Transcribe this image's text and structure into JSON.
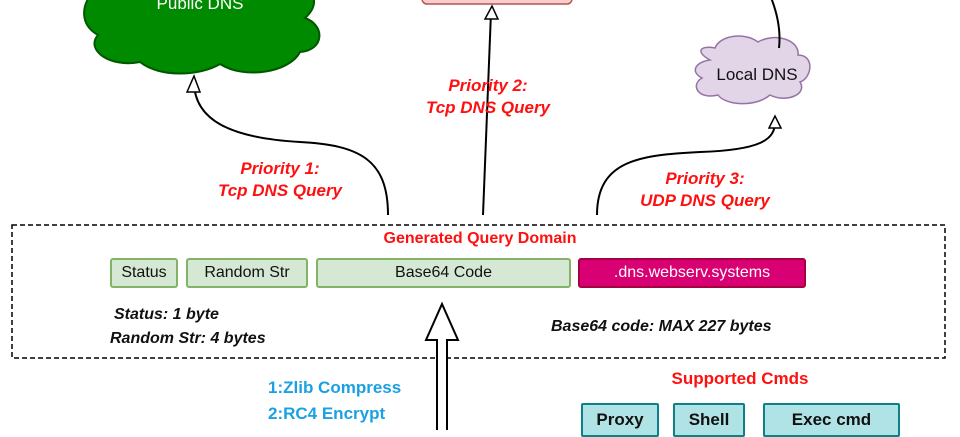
{
  "nodes": {
    "public_dns": {
      "label": "Public DNS",
      "color": "#008a00"
    },
    "local_dns": {
      "label": "Local DNS",
      "color": "#e1d5e7"
    },
    "top_center_box": {
      "color": "#f8cecc"
    }
  },
  "priorities": [
    {
      "title": "Priority 1:",
      "subtitle": "Tcp DNS Query"
    },
    {
      "title": "Priority 2:",
      "subtitle": "Tcp DNS Query"
    },
    {
      "title": "Priority 3:",
      "subtitle": "UDP DNS Query"
    }
  ],
  "query_domain": {
    "title": "Generated Query Domain",
    "fields": [
      {
        "label": "Status"
      },
      {
        "label": "Random Str"
      },
      {
        "label": "Base64 Code"
      },
      {
        "label": ".dns.webserv.systems"
      }
    ],
    "notes": {
      "status": "Status: 1 byte",
      "random": "Random Str: 4 bytes",
      "base64": "Base64 code: MAX 227 bytes"
    }
  },
  "processing_steps": [
    "1:Zlib Compress",
    "2:RC4 Encrypt"
  ],
  "supported_cmds": {
    "title": "Supported Cmds",
    "items": [
      "Proxy",
      "Shell",
      "Exec cmd"
    ]
  }
}
